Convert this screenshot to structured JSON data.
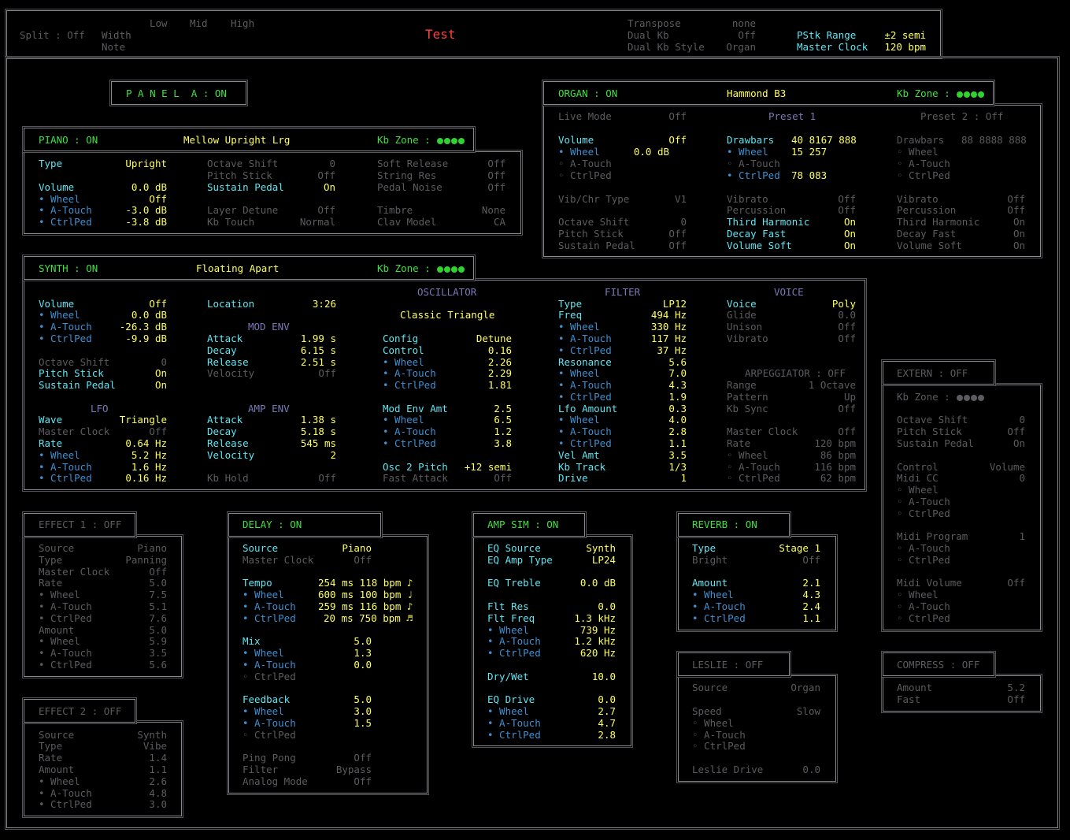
{
  "header": {
    "split": "Split : Off",
    "low": "Low",
    "mid": "Mid",
    "high": "High",
    "width": "Width",
    "note": "Note",
    "title": "Test",
    "transpose": "Transpose",
    "transpose_val": "none",
    "dual_kb": "Dual Kb",
    "dual_kb_val": "Off",
    "dual_kb_style": "Dual Kb Style",
    "dual_kb_style_val": "Organ",
    "pstk_range": "PStk Range",
    "pstk_range_val": "±2 semi",
    "master_clock": "Master Clock",
    "master_clock_val": "120 bpm"
  },
  "panel": {
    "label": "P A N E L  A : ON"
  },
  "piano": {
    "title": "PIANO : ON",
    "preset": "Mellow Upright Lrg",
    "kbzone": "Kb Zone :",
    "type": "Type",
    "type_val": "Upright",
    "volume": "Volume",
    "volume_val": "0.0 dB",
    "wheel": "• Wheel",
    "wheel_val": "Off",
    "atouch": "• A-Touch",
    "atouch_val": "-3.0 dB",
    "ctrlped": "• CtrlPed",
    "ctrlped_val": "-3.8 dB",
    "oct": "Octave Shift",
    "oct_val": "0",
    "pitch": "Pitch Stick",
    "pitch_val": "Off",
    "sustain": "Sustain Pedal",
    "sustain_val": "On",
    "layer": "Layer Detune",
    "layer_val": "Off",
    "kbtouch": "Kb Touch",
    "kbtouch_val": "Normal",
    "softrel": "Soft Release",
    "softrel_val": "Off",
    "stringres": "String Res",
    "stringres_val": "Off",
    "pedalnoise": "Pedal Noise",
    "pedalnoise_val": "Off",
    "timbre": "Timbre",
    "timbre_val": "None",
    "clav": "Clav Model",
    "clav_val": "CA"
  },
  "organ": {
    "title": "ORGAN : ON",
    "preset": "Hammond B3",
    "kbzone": "Kb Zone :",
    "live": "Live Mode",
    "live_val": "Off",
    "p1": "Preset 1",
    "p2": "Preset 2 : Off",
    "volume": "Volume",
    "volume_val": "Off",
    "wheel": "• Wheel",
    "wheel_val": "0.0 dB",
    "atouch": "◦ A-Touch",
    "ctrlped": "◦ CtrlPed",
    "vib": "Vib/Chr Type",
    "vib_val": "V1",
    "oct": "Octave Shift",
    "oct_val": "0",
    "pitch": "Pitch Stick",
    "pitch_val": "Off",
    "sustain": "Sustain Pedal",
    "sustain_val": "Off",
    "draw": "Drawbars",
    "draw_val": "40 8167 888",
    "dwheel": "• Wheel",
    "dwheel_val": "15 257",
    "datouch": "◦ A-Touch",
    "dctrl": "• CtrlPed",
    "dctrl_val": "78 083",
    "vibrato": "Vibrato",
    "vibrato_val": "Off",
    "perc": "Percussion",
    "perc_val": "Off",
    "third": "Third Harmonic",
    "third_val": "On",
    "decay": "Decay Fast",
    "decay_val": "On",
    "vsoft": "Volume Soft",
    "vsoft_val": "On",
    "draw2": "Drawbars",
    "draw2_val": "88 8888 888",
    "d2wheel": "◦ Wheel",
    "d2atouch": "◦ A-Touch",
    "d2ctrl": "◦ CtrlPed",
    "vibrato2": "Vibrato",
    "vibrato2_val": "Off",
    "perc2": "Percussion",
    "perc2_val": "Off",
    "third2": "Third Harmonic",
    "third2_val": "On",
    "decay2": "Decay Fast",
    "decay2_val": "On",
    "vsoft2": "Volume Soft",
    "vsoft2_val": "On"
  },
  "synth": {
    "title": "SYNTH : ON",
    "preset": "Floating Apart",
    "kbzone": "Kb Zone :",
    "volume": "Volume",
    "volume_val": "Off",
    "wheel": "• Wheel",
    "wheel_val": "0.0 dB",
    "atouch": "• A-Touch",
    "atouch_val": "-26.3 dB",
    "ctrlped": "• CtrlPed",
    "ctrlped_val": "-9.9 dB",
    "oct": "Octave Shift",
    "oct_val": "0",
    "pitch": "Pitch Stick",
    "pitch_val": "On",
    "sustain": "Sustain Pedal",
    "sustain_val": "On",
    "lfo": "LFO",
    "wave": "Wave",
    "wave_val": "Triangle",
    "mclock": "Master Clock",
    "mclock_val": "Off",
    "rate": "Rate",
    "rate_val": "0.64 Hz",
    "rwheel": "• Wheel",
    "rwheel_val": "5.2 Hz",
    "ratouch": "• A-Touch",
    "ratouch_val": "1.6 Hz",
    "rctrl": "• CtrlPed",
    "rctrl_val": "0.16 Hz",
    "location": "Location",
    "location_val": "3:26",
    "modenv": "MOD ENV",
    "mattack": "Attack",
    "mattack_val": "1.99 s",
    "mdecay": "Decay",
    "mdecay_val": "6.15 s",
    "mrelease": "Release",
    "mrelease_val": "2.51 s",
    "mvel": "Velocity",
    "mvel_val": "Off",
    "ampenv": "AMP ENV",
    "aattack": "Attack",
    "aattack_val": "1.38 s",
    "adecay": "Decay",
    "adecay_val": "5.18 s",
    "arelease": "Release",
    "arelease_val": "545 ms",
    "avel": "Velocity",
    "avel_val": "2",
    "kbhold": "Kb Hold",
    "kbhold_val": "Off",
    "osc": "OSCILLATOR",
    "osc_type": "Classic Triangle",
    "config": "Config",
    "config_val": "Detune",
    "control": "Control",
    "control_val": "0.16",
    "cwheel": "• Wheel",
    "cwheel_val": "2.26",
    "catouch": "• A-Touch",
    "catouch_val": "2.29",
    "cctrl": "• CtrlPed",
    "cctrl_val": "1.81",
    "modenvamt": "Mod Env Amt",
    "modenvamt_val": "2.5",
    "mwheel": "• Wheel",
    "mwheel_val": "6.5",
    "matouch": "• A-Touch",
    "matouch_val": "1.2",
    "mctrl": "• CtrlPed",
    "mctrl_val": "3.8",
    "osc2": "Osc 2 Pitch",
    "osc2_val": "+12 semi",
    "fast": "Fast Attack",
    "fast_val": "Off",
    "filter": "FILTER",
    "ftype": "Type",
    "ftype_val": "LP12",
    "freq": "Freq",
    "freq_val": "494 Hz",
    "fwheel": "• Wheel",
    "fwheel_val": "330 Hz",
    "fatouch": "• A-Touch",
    "fatouch_val": "117 Hz",
    "fctrl": "• CtrlPed",
    "fctrl_val": "37 Hz",
    "res": "Resonance",
    "res_val": "5.6",
    "rswheel": "• Wheel",
    "rswheel_val": "7.0",
    "rsatouch": "• A-Touch",
    "rsatouch_val": "4.3",
    "rsctrl": "• CtrlPed",
    "rsctrl_val": "1.9",
    "lfoamt": "Lfo Amount",
    "lfoamt_val": "0.3",
    "lwheel": "• Wheel",
    "lwheel_val": "4.0",
    "latouch": "• A-Touch",
    "latouch_val": "2.8",
    "lctrl": "• CtrlPed",
    "lctrl_val": "1.1",
    "velamt": "Vel Amt",
    "velamt_val": "3.5",
    "kbtrack": "Kb Track",
    "kbtrack_val": "1/3",
    "drive": "Drive",
    "drive_val": "1",
    "voicehdr": "VOICE",
    "voice": "Voice",
    "voice_val": "Poly",
    "glide": "Glide",
    "glide_val": "0.0",
    "unison": "Unison",
    "unison_val": "Off",
    "vibrato": "Vibrato",
    "vibrato_val": "Off",
    "arp": "ARPEGGIATOR : OFF",
    "arange": "Range",
    "arange_val": "1 Octave",
    "apattern": "Pattern",
    "apattern_val": "Up",
    "async": "Kb Sync",
    "async_val": "Off",
    "amclock": "Master Clock",
    "amclock_val": "Off",
    "arate": "Rate",
    "arate_val": "120 bpm",
    "awheel": "◦ Wheel",
    "awheel_val": "86 bpm",
    "aatouch": "◦ A-Touch",
    "aatouch_val": "116 bpm",
    "actrl": "◦ CtrlPed",
    "actrl_val": "62 bpm"
  },
  "extern": {
    "title": "EXTERN : OFF",
    "kbzone": "Kb Zone :",
    "oct": "Octave Shift",
    "oct_val": "0",
    "pitch": "Pitch Stick",
    "pitch_val": "Off",
    "sustain": "Sustain Pedal",
    "sustain_val": "On",
    "control": "Control",
    "control_val": "Volume",
    "midicc": "Midi CC",
    "midicc_val": "0",
    "w1": "◦ Wheel",
    "a1": "◦ A-Touch",
    "c1": "◦ CtrlPed",
    "prog": "Midi Program",
    "prog_val": "1",
    "a2": "◦ A-Touch",
    "c2": "◦ CtrlPed",
    "mvol": "Midi Volume",
    "mvol_val": "Off",
    "w3": "◦ Wheel",
    "a3": "◦ A-Touch",
    "c3": "◦ CtrlPed"
  },
  "effect1": {
    "title": "EFFECT 1 : OFF",
    "source": "Source",
    "source_val": "Piano",
    "type": "Type",
    "type_val": "Panning",
    "mclock": "Master Clock",
    "mclock_val": "Off",
    "rate": "Rate",
    "rate_val": "5.0",
    "wheel": "• Wheel",
    "wheel_val": "7.5",
    "atouch": "• A-Touch",
    "atouch_val": "5.1",
    "ctrl": "• CtrlPed",
    "ctrl_val": "7.6",
    "amount": "Amount",
    "amount_val": "5.0",
    "awheel": "• Wheel",
    "awheel_val": "5.9",
    "aatouch": "• A-Touch",
    "aatouch_val": "3.5",
    "actrl": "• CtrlPed",
    "actrl_val": "5.6"
  },
  "effect2": {
    "title": "EFFECT 2 : OFF",
    "source": "Source",
    "source_val": "Synth",
    "type": "Type",
    "type_val": "Vibe",
    "rate": "Rate",
    "rate_val": "1.4",
    "amount": "Amount",
    "amount_val": "1.1",
    "wheel": "• Wheel",
    "wheel_val": "2.6",
    "atouch": "• A-Touch",
    "atouch_val": "4.8",
    "ctrl": "• CtrlPed",
    "ctrl_val": "3.0"
  },
  "delay": {
    "title": "DELAY : ON",
    "source": "Source",
    "source_val": "Piano",
    "mclock": "Master Clock",
    "mclock_val": "Off",
    "tempo": "Tempo",
    "tempo_val": "254 ms 118 bpm ♪",
    "twheel": "• Wheel",
    "twheel_val": "600 ms 100 bpm ♩",
    "tatouch": "• A-Touch",
    "tatouch_val": "259 ms 116 bpm ♪",
    "tctrl": "• CtrlPed",
    "tctrl_val": "20 ms 750 bpm ♬",
    "mix": "Mix",
    "mix_val": "5.0",
    "mwheel": "• Wheel",
    "mwheel_val": "1.3",
    "matouch": "• A-Touch",
    "matouch_val": "0.0",
    "mctrl": "◦ CtrlPed",
    "fb": "Feedback",
    "fb_val": "5.0",
    "fwheel": "• Wheel",
    "fwheel_val": "3.0",
    "fatouch": "• A-Touch",
    "fatouch_val": "1.5",
    "fctrl": "◦ CtrlPed",
    "ping": "Ping Pong",
    "ping_val": "Off",
    "filter": "Filter",
    "filter_val": "Bypass",
    "analog": "Analog Mode",
    "analog_val": "Off"
  },
  "ampsim": {
    "title": "AMP SIM : ON",
    "eqsrc": "EQ Source",
    "eqsrc_val": "Synth",
    "eqamp": "EQ Amp Type",
    "eqamp_val": "LP24",
    "treble": "EQ Treble",
    "treble_val": "0.0 dB",
    "fltres": "Flt Res",
    "fltres_val": "0.0",
    "fltfreq": "Flt Freq",
    "fltfreq_val": "1.3 kHz",
    "wheel": "• Wheel",
    "wheel_val": "739 Hz",
    "atouch": "• A-Touch",
    "atouch_val": "1.2 kHz",
    "ctrl": "• CtrlPed",
    "ctrl_val": "620 Hz",
    "drywet": "Dry/Wet",
    "drywet_val": "10.0",
    "eqdrive": "EQ Drive",
    "eqdrive_val": "0.0",
    "dwheel": "• Wheel",
    "dwheel_val": "2.7",
    "datouch": "• A-Touch",
    "datouch_val": "4.7",
    "dctrl": "• CtrlPed",
    "dctrl_val": "2.8"
  },
  "reverb": {
    "title": "REVERB : ON",
    "type": "Type",
    "type_val": "Stage 1",
    "bright": "Bright",
    "bright_val": "Off",
    "amount": "Amount",
    "amount_val": "2.1",
    "wheel": "• Wheel",
    "wheel_val": "4.3",
    "atouch": "• A-Touch",
    "atouch_val": "2.4",
    "ctrl": "• CtrlPed",
    "ctrl_val": "1.1"
  },
  "leslie": {
    "title": "LESLIE : OFF",
    "source": "Source",
    "source_val": "Organ",
    "speed": "Speed",
    "speed_val": "Slow",
    "wheel": "◦ Wheel",
    "atouch": "◦ A-Touch",
    "ctrl": "◦ CtrlPed",
    "drive": "Leslie Drive",
    "drive_val": "0.0"
  },
  "compress": {
    "title": "COMPRESS : OFF",
    "amount": "Amount",
    "amount_val": "5.2",
    "fast": "Fast",
    "fast_val": "Off"
  }
}
